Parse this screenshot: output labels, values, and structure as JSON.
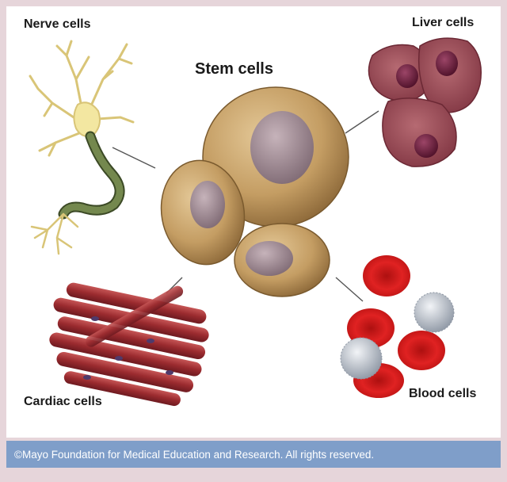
{
  "labels": {
    "stem": "Stem cells",
    "nerve": "Nerve cells",
    "liver": "Liver cells",
    "cardiac": "Cardiac cells",
    "blood": "Blood cells"
  },
  "footer": {
    "copyright": "©Mayo Foundation for Medical Education and Research. All rights reserved."
  },
  "colors": {
    "background_border": "#e6d5da",
    "footer_bar": "#7f9ec9",
    "stem_cell": "#c9a46b",
    "stem_nucleus": "#a08a92",
    "nerve_cell": "#f3e7a1",
    "axon_sheath": "#6d7f4c",
    "liver_cell": "#a3555f",
    "liver_nucleus": "#6b2238",
    "red_blood_cell": "#d41c1c",
    "white_blood_cell": "#c9ced4",
    "cardiac_muscle": "#b03c3c"
  }
}
